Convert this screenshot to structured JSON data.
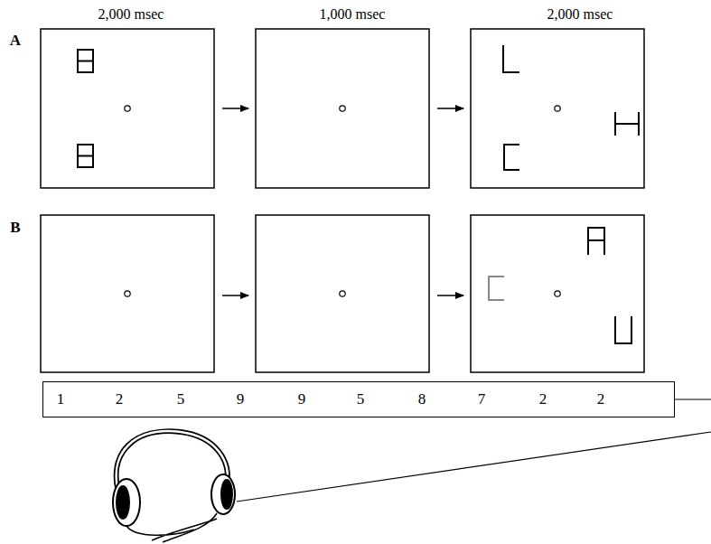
{
  "diagram": {
    "nodes": [
      {
        "text": [
          "1",
          "2",
          "5",
          "9",
          "9",
          "5",
          "8",
          "7",
          "2",
          "2"
        ]
      }
    ],
    "labels": [
      "2,000 msec",
      "1,000 msec",
      "2,000 msec",
      "A",
      "B"
    ]
  }
}
